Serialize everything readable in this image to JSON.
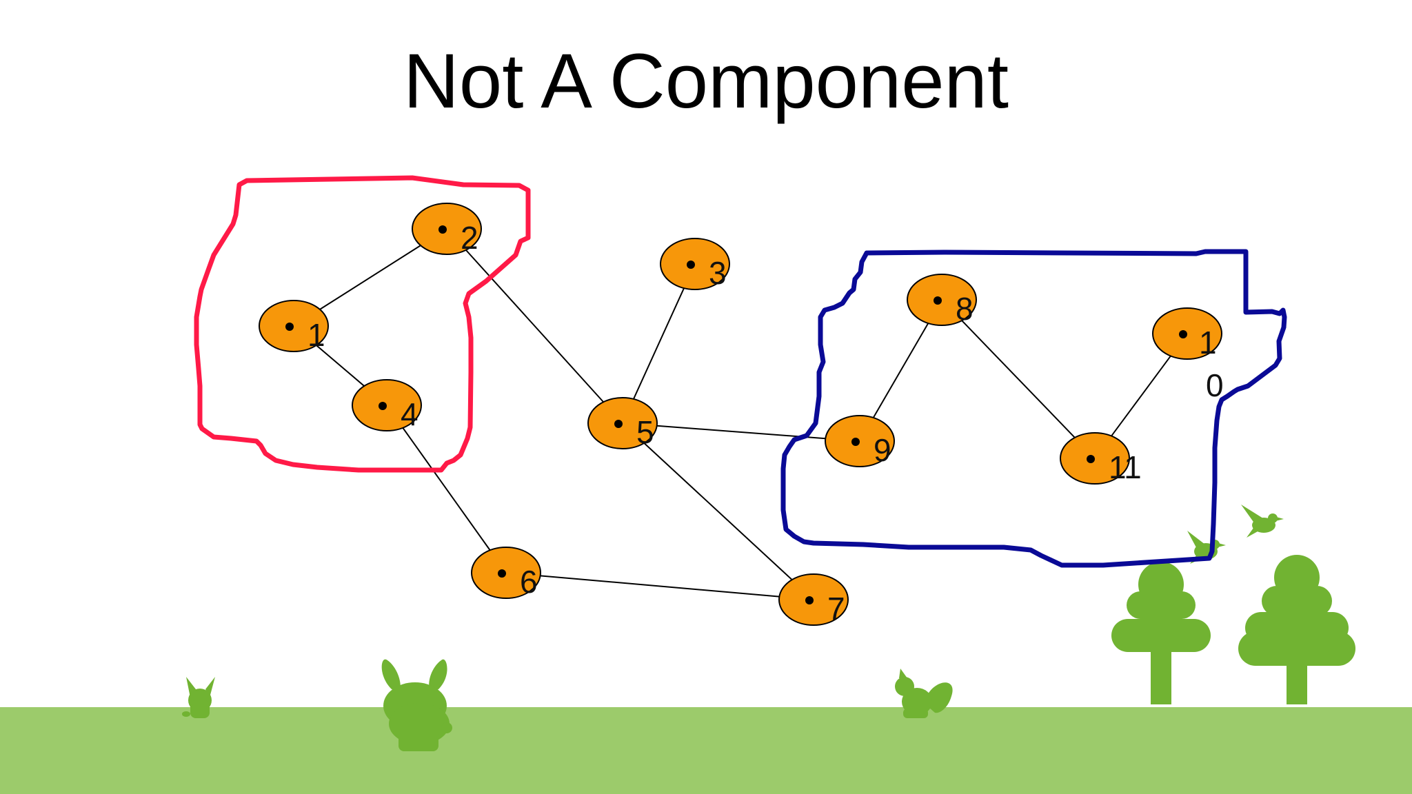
{
  "slide": {
    "title": "Not A Component",
    "colors": {
      "node_fill": "#F7970A",
      "red_outline": "#FF1A47",
      "blue_outline": "#0A0A96",
      "ground": "#9CCB6B",
      "silhouette": "#71B332"
    }
  },
  "graph": {
    "nodes": [
      {
        "id": "1",
        "label_lines": [
          "1"
        ]
      },
      {
        "id": "2",
        "label_lines": [
          "2"
        ]
      },
      {
        "id": "3",
        "label_lines": [
          "3"
        ]
      },
      {
        "id": "4",
        "label_lines": [
          "4"
        ]
      },
      {
        "id": "5",
        "label_lines": [
          "5"
        ]
      },
      {
        "id": "6",
        "label_lines": [
          "6"
        ]
      },
      {
        "id": "7",
        "label_lines": [
          "7"
        ]
      },
      {
        "id": "8",
        "label_lines": [
          "8"
        ]
      },
      {
        "id": "9",
        "label_lines": [
          "9"
        ]
      },
      {
        "id": "10",
        "label_lines": [
          "1",
          "0"
        ]
      },
      {
        "id": "11",
        "label_lines": [
          "11"
        ]
      }
    ],
    "edges": [
      [
        "1",
        "2"
      ],
      [
        "1",
        "4"
      ],
      [
        "2",
        "5"
      ],
      [
        "3",
        "5"
      ],
      [
        "4",
        "6"
      ],
      [
        "5",
        "9"
      ],
      [
        "5",
        "7"
      ],
      [
        "6",
        "7"
      ],
      [
        "8",
        "9"
      ],
      [
        "8",
        "11"
      ],
      [
        "10",
        "11"
      ]
    ]
  },
  "decorations": [
    "tree-icon",
    "bird-icon",
    "rabbit-icon",
    "squirrel-icon"
  ]
}
